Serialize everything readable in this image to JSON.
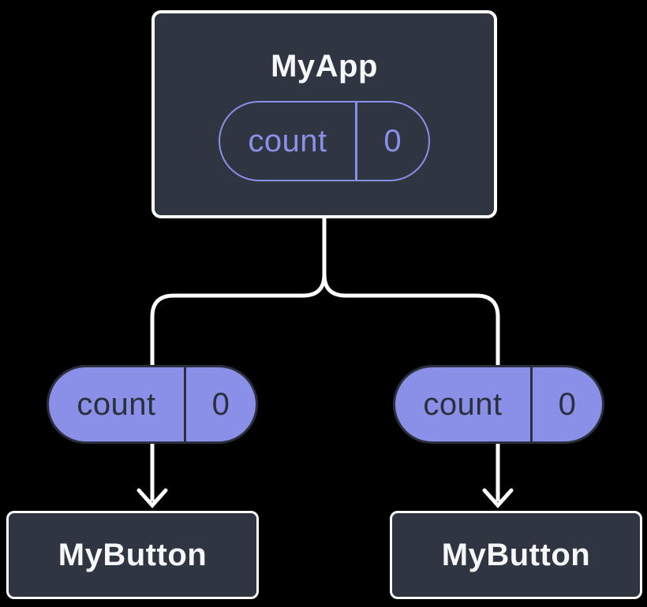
{
  "colors": {
    "bg": "#000000",
    "node-fill": "#2F3541",
    "node-border": "#FFFFFF",
    "node-text": "#F6F7F9",
    "accent": "#8A90E8",
    "pill-dark": "#2A303B",
    "line": "#FFFFFF"
  },
  "tree": {
    "root": {
      "title": "MyApp",
      "state": {
        "label": "count",
        "value": "0"
      }
    },
    "children": [
      {
        "title": "MyButton",
        "prop": {
          "label": "count",
          "value": "0"
        }
      },
      {
        "title": "MyButton",
        "prop": {
          "label": "count",
          "value": "0"
        }
      }
    ]
  }
}
